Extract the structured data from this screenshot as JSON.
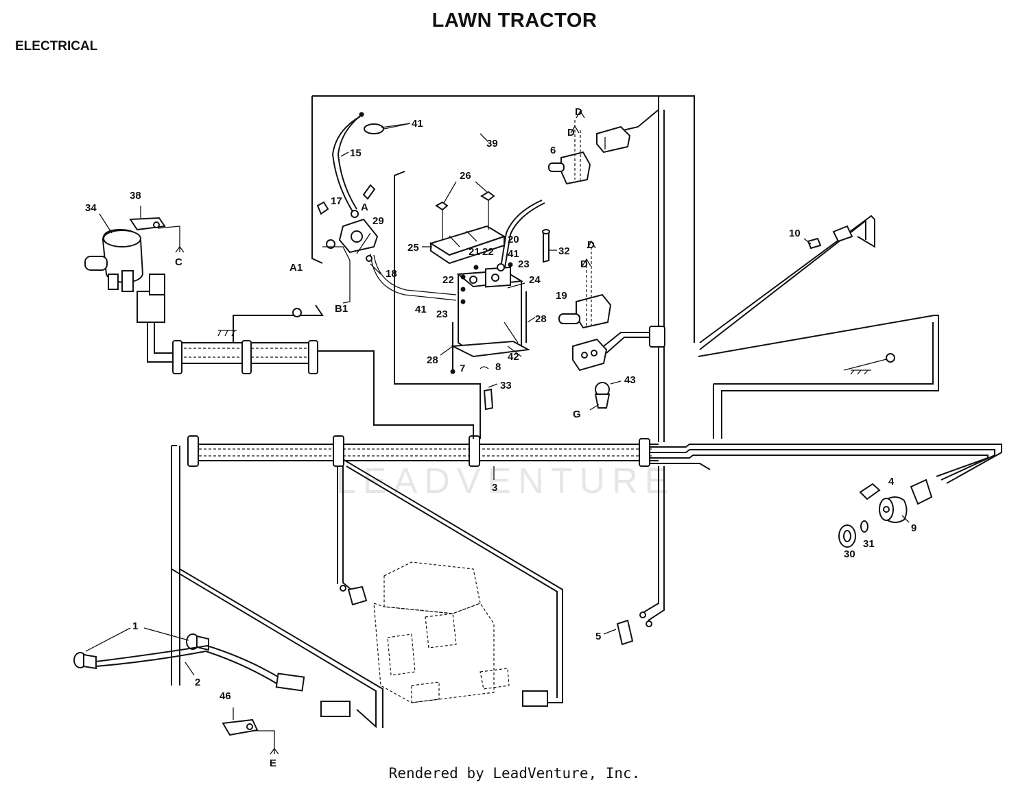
{
  "header": {
    "title": "LAWN TRACTOR",
    "section": "ELECTRICAL"
  },
  "footer": {
    "credit": "Rendered by LeadVenture, Inc."
  },
  "watermark": {
    "text": "LEADVENTURE"
  },
  "callouts": {
    "c1": "1",
    "c2": "2",
    "c3": "3",
    "c4": "4",
    "c5": "5",
    "c6": "6",
    "c7": "7",
    "c8": "8",
    "c9": "9",
    "c10": "10",
    "c15": "15",
    "c17": "17",
    "c18": "18",
    "c19": "19",
    "c20": "20",
    "c21": "21",
    "c22a": "22",
    "c22b": "22",
    "c23a": "23",
    "c23b": "23",
    "c24": "24",
    "c25": "25",
    "c26": "26",
    "c28a": "28",
    "c28b": "28",
    "c29": "29",
    "c30": "30",
    "c31": "31",
    "c32": "32",
    "c33": "33",
    "c34": "34",
    "c38": "38",
    "c39": "39",
    "c41a": "41",
    "c41b": "41",
    "c41c": "41",
    "c42": "42",
    "c43": "43",
    "c46": "46"
  },
  "references": {
    "A": "A",
    "A1": "A1",
    "B1": "B1",
    "C": "C",
    "D1": "D",
    "D2": "D",
    "D3": "D",
    "D4": "D",
    "E": "E",
    "G": "G"
  }
}
